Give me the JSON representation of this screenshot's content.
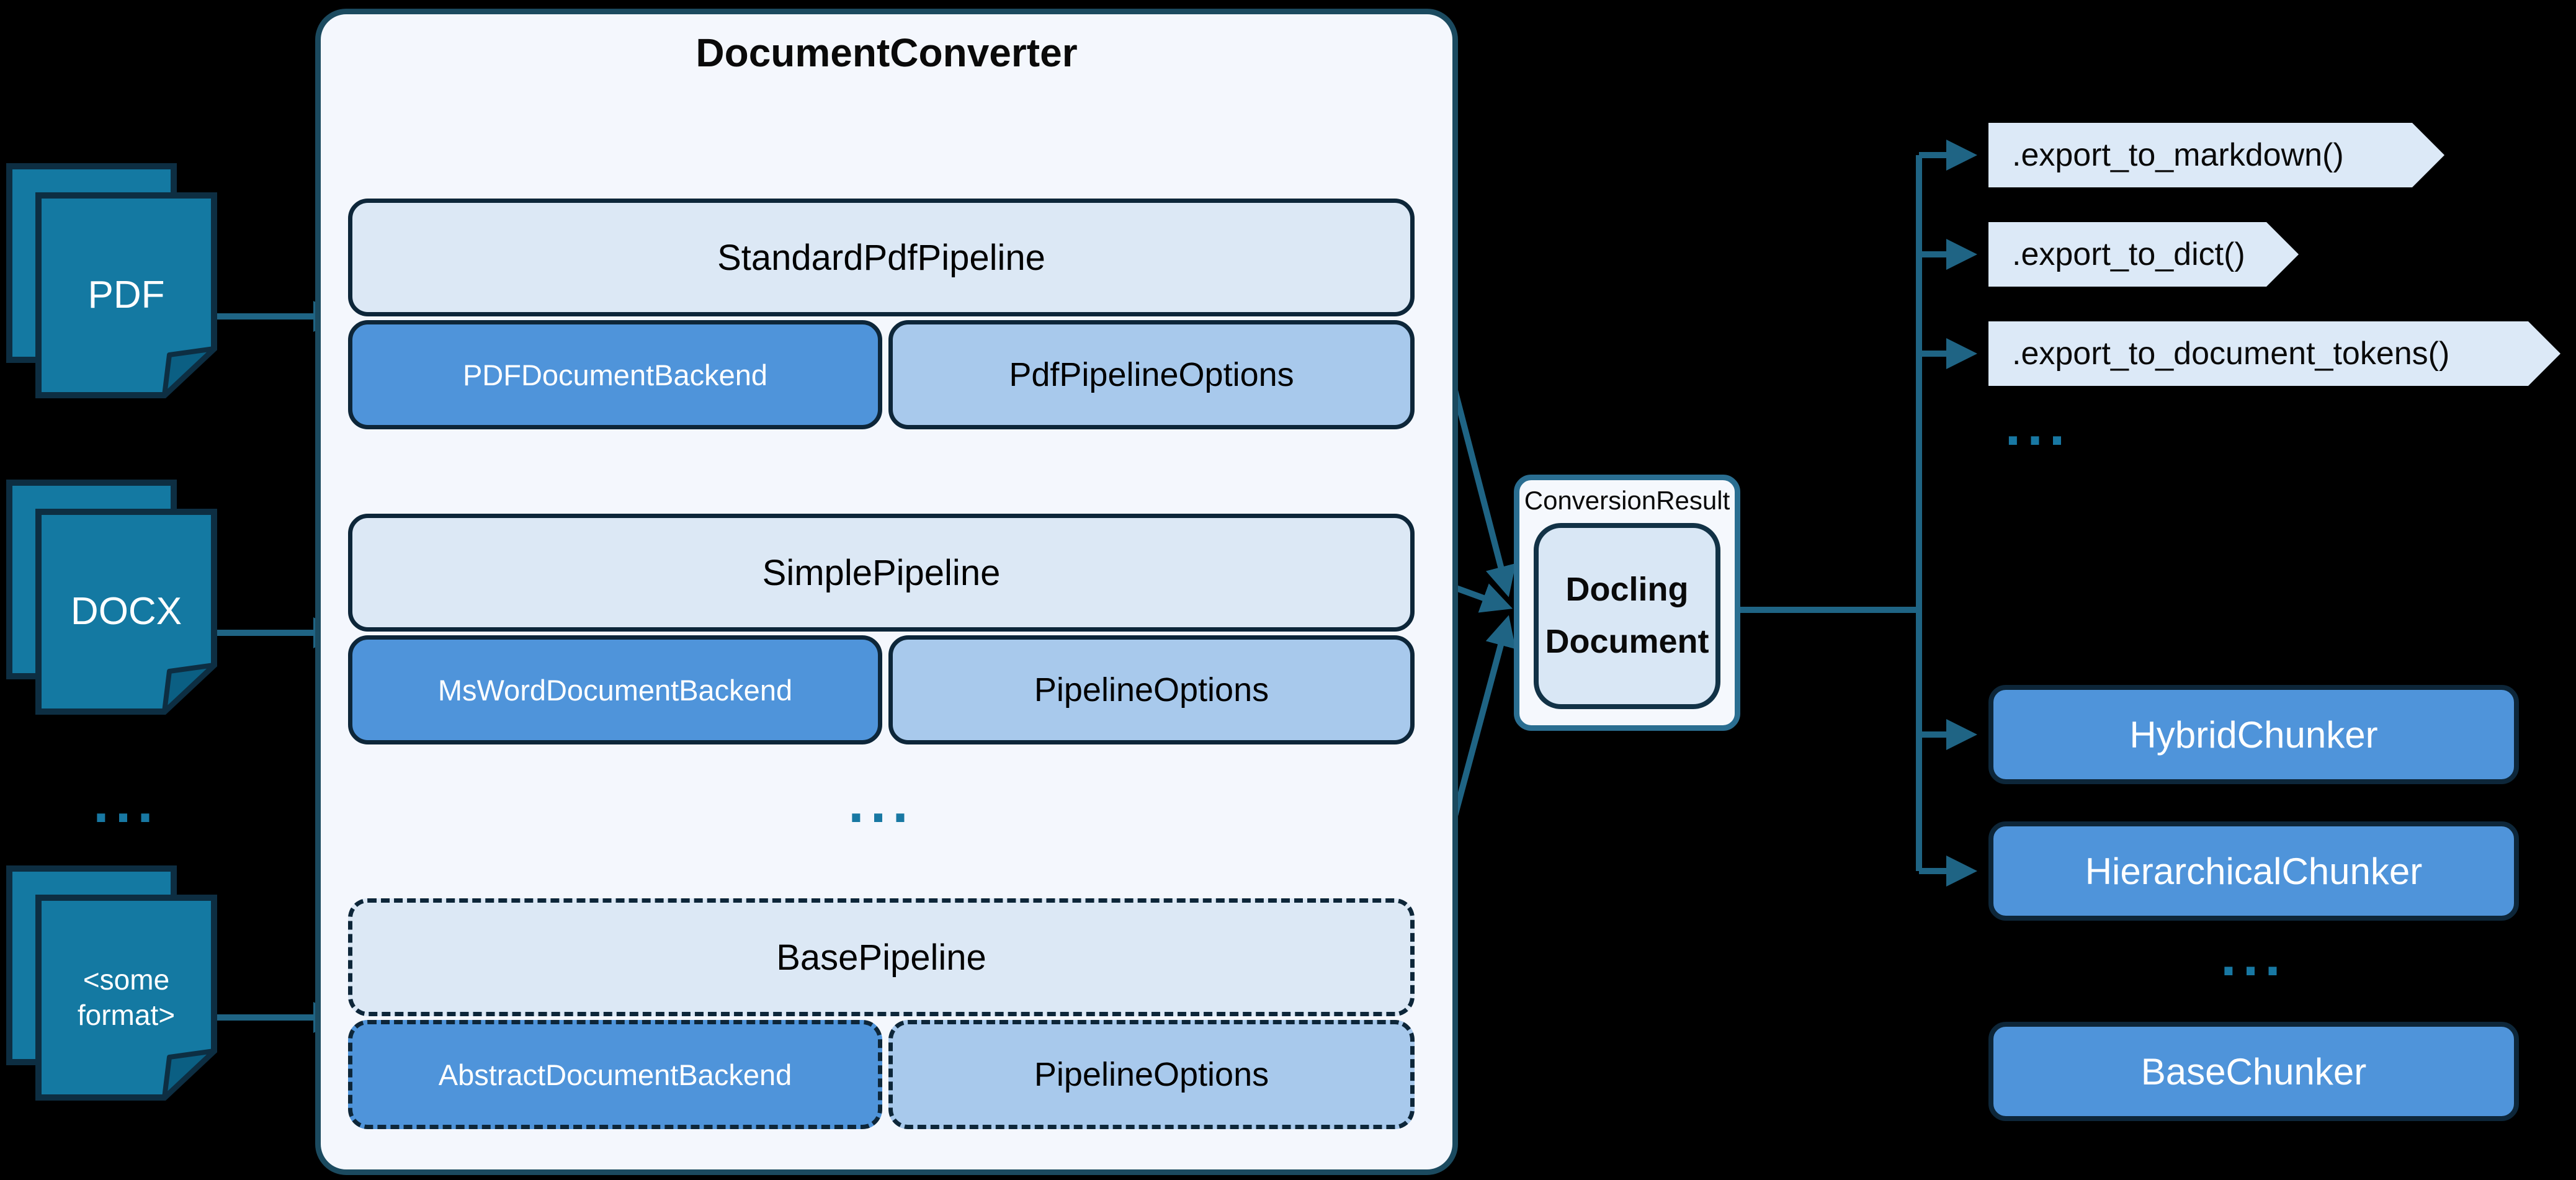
{
  "inputs": {
    "items": [
      {
        "label": "PDF"
      },
      {
        "label": "DOCX"
      },
      {
        "label": "<some format>"
      }
    ],
    "ellipsis": "..."
  },
  "converter": {
    "title": "DocumentConverter",
    "pipelines": [
      {
        "name": "StandardPdfPipeline",
        "backend": "PDFDocumentBackend",
        "options": "PdfPipelineOptions"
      },
      {
        "name": "SimplePipeline",
        "backend": "MsWordDocumentBackend",
        "options": "PipelineOptions"
      },
      {
        "name": "BasePipeline",
        "backend": "AbstractDocumentBackend",
        "options": "PipelineOptions"
      }
    ],
    "ellipsis": "..."
  },
  "result": {
    "label": "ConversionResult",
    "document": "Docling Document"
  },
  "exports": {
    "items": [
      ".export_to_markdown()",
      ".export_to_dict()",
      ".export_to_document_tokens()"
    ],
    "ellipsis": "..."
  },
  "chunkers": {
    "items": [
      "HybridChunker",
      "HierarchicalChunker",
      "BaseChunker"
    ],
    "ellipsis": "..."
  },
  "colors": {
    "background": "#000000",
    "document_icon_fill": "#1479a2",
    "document_icon_border": "#0d2e42",
    "converter_fill": "#f4f7fd",
    "converter_border": "#1b4a5f",
    "pipeline_header_fill": "#dce8f5",
    "backend_fill": "#4f94da",
    "options_fill": "#a8c9ec",
    "box_border": "#0d2639",
    "result_border": "#2a6e91",
    "docling_fill": "#d9e7f5",
    "pennant_fill": "#dce9f7",
    "arrow": "#1f6484",
    "ellipsis": "#1878a3"
  }
}
